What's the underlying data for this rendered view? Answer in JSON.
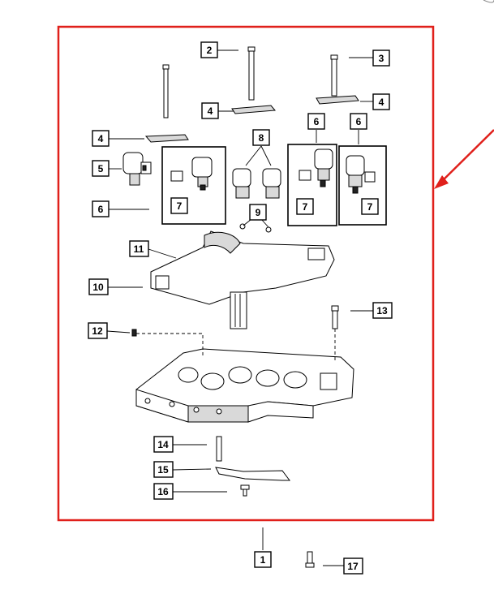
{
  "diagram": {
    "frame_color": "#e0201b",
    "callouts": [
      "1",
      "2",
      "3",
      "4",
      "4",
      "4",
      "5",
      "6",
      "6",
      "6",
      "7",
      "7",
      "7",
      "8",
      "9",
      "10",
      "11",
      "12",
      "13",
      "14",
      "15",
      "16",
      "17"
    ]
  }
}
